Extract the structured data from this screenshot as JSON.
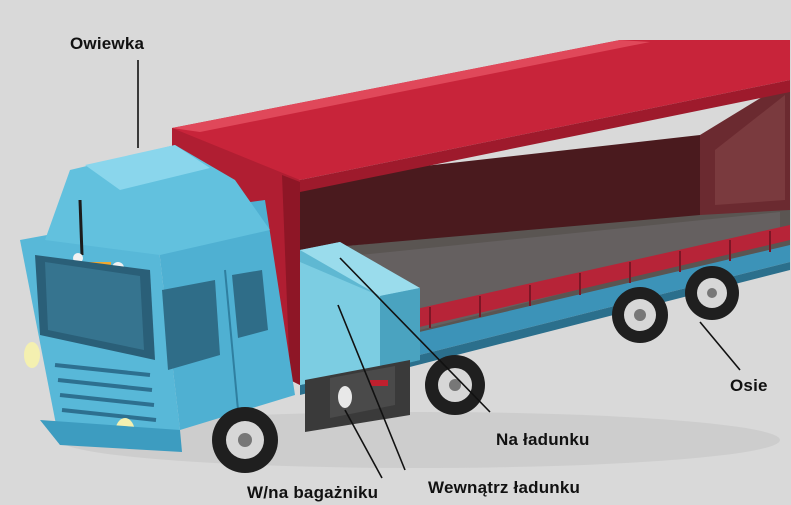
{
  "labels": {
    "fairing": "Owiewka",
    "axles": "Osie",
    "on_load": "Na ładunku",
    "inside_load": "Wewnątrz ładunku",
    "on_rack": "W/na bagażniku"
  },
  "colors": {
    "background": "#d9d9d9",
    "cab": "#58b8d8",
    "tarp": "#c8243a",
    "cargo_floor": "#5a5552",
    "cargo_box": "#7ccde2"
  }
}
